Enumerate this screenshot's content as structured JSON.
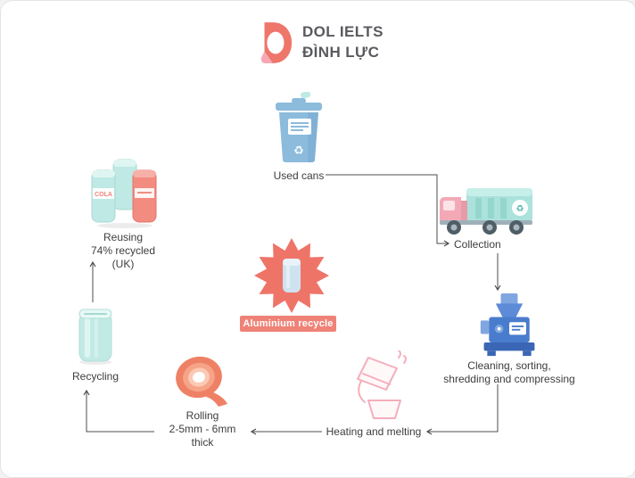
{
  "logo": {
    "name_line1": "DOL IELTS",
    "name_line2": "ĐÌNH LỰC"
  },
  "center": {
    "badge_label": "Aluminium recycle"
  },
  "stages": {
    "used_cans": {
      "label": "Used cans"
    },
    "collection": {
      "label": "Collection"
    },
    "cleaning": {
      "line1": "Cleaning, sorting,",
      "line2": "shredding and compressing"
    },
    "heating": {
      "label": "Heating and melting"
    },
    "rolling": {
      "line1": "Rolling",
      "line2": "2-5mm - 6mm thick"
    },
    "recycling": {
      "label": "Recycling"
    },
    "reusing": {
      "line1": "Reusing",
      "line2": "74% recycled (UK)",
      "can_label": "COLA"
    }
  },
  "flow": [
    "used_cans",
    "collection",
    "cleaning",
    "heating",
    "rolling",
    "recycling",
    "reusing"
  ],
  "icons": {
    "logo": "dol-logo-icon",
    "used_cans": "trash-bin-icon",
    "collection": "garbage-truck-icon",
    "cleaning": "shredder-machine-icon",
    "heating": "furnace-icon",
    "rolling": "metal-coil-icon",
    "recycling": "aluminium-can-icon",
    "reusing": "cola-cans-icon",
    "center": "starburst-can-icon"
  },
  "colors": {
    "coral": "#EF7468",
    "badge_coral": "#EF8277",
    "teal_can": "#BFE9E4",
    "bin_blue": "#8CBBDC",
    "machine_blue": "#4A7CCD",
    "truck_pink": "#F2A9B5",
    "furnace_pink": "#F4AEBC",
    "text": "#3D3D3D"
  }
}
